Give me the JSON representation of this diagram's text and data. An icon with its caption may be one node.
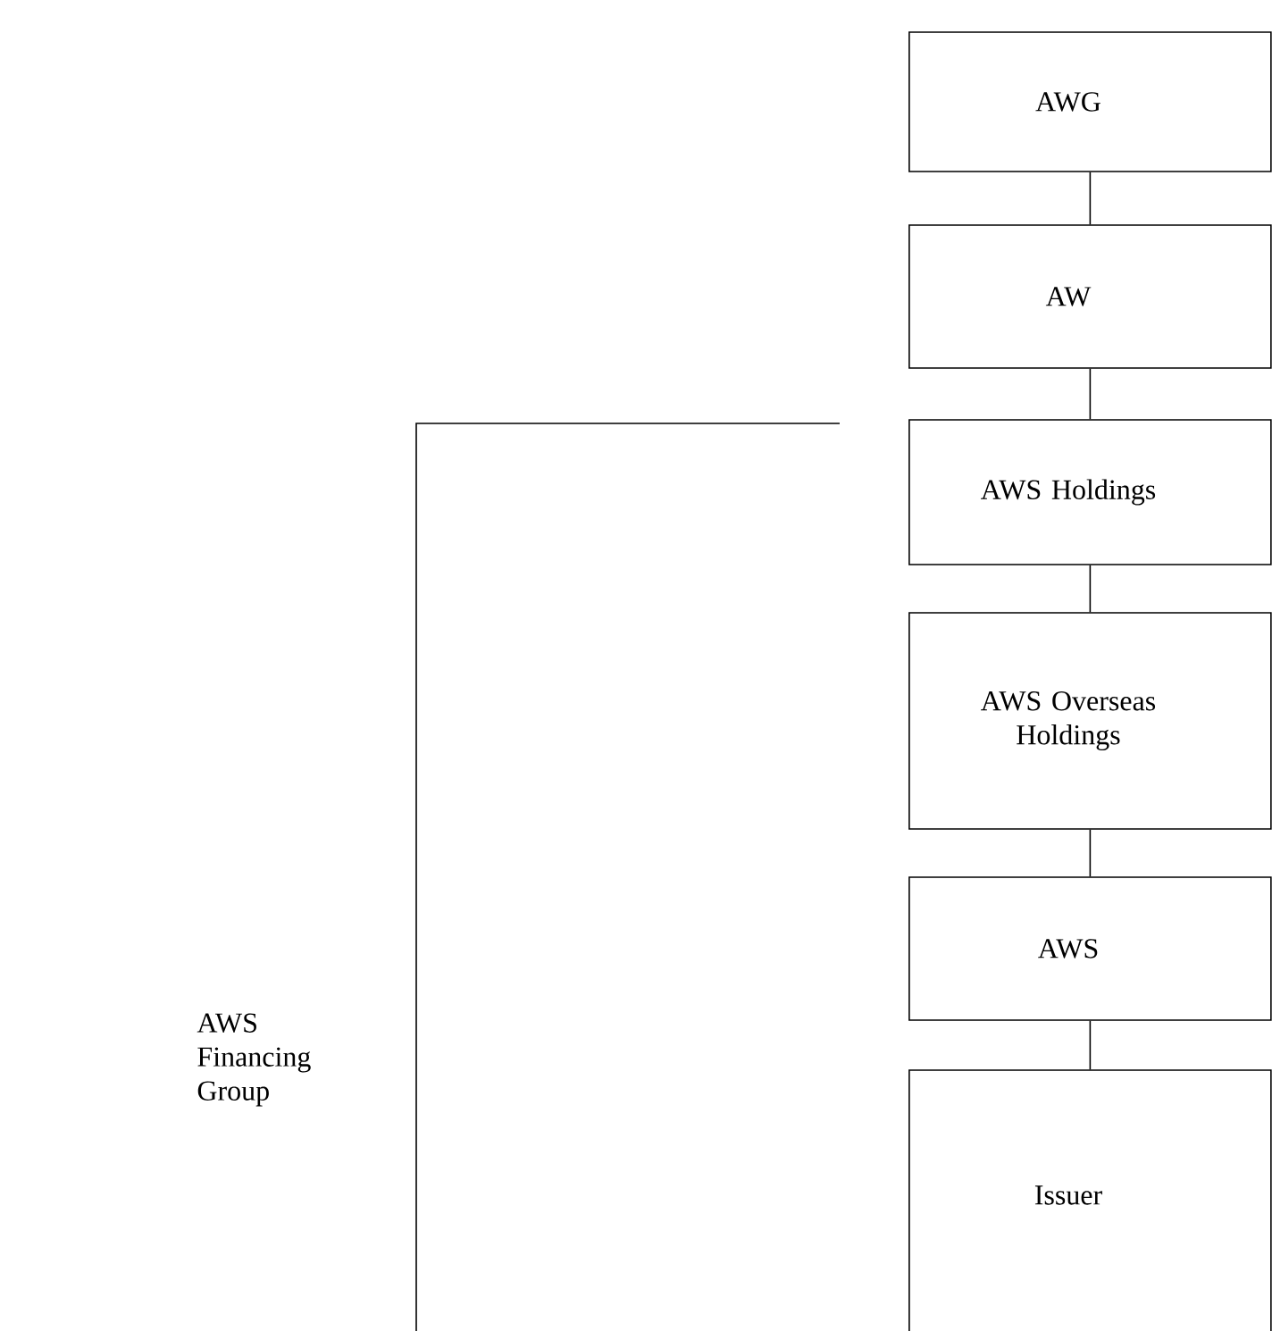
{
  "diagram": {
    "nodes": [
      {
        "text": [
          "AWG"
        ]
      },
      {
        "text": [
          "AW"
        ]
      },
      {
        "text": [
          "AWS Holdings"
        ]
      },
      {
        "text": [
          "AWS Overseas Holdings"
        ]
      },
      {
        "text": [
          "AWS"
        ]
      },
      {
        "text": [
          "Issuer"
        ]
      }
    ],
    "edges": [
      {
        "from": 0,
        "to": 1,
        "arrow": "none"
      },
      {
        "from": 1,
        "to": 2,
        "arrow": "none"
      },
      {
        "from": 2,
        "to": 3,
        "arrow": "none"
      },
      {
        "from": 3,
        "to": 4,
        "arrow": "none"
      },
      {
        "from": 4,
        "to": 5,
        "arrow": "none"
      }
    ],
    "labels": [
      "AWS Financing Group"
    ]
  }
}
